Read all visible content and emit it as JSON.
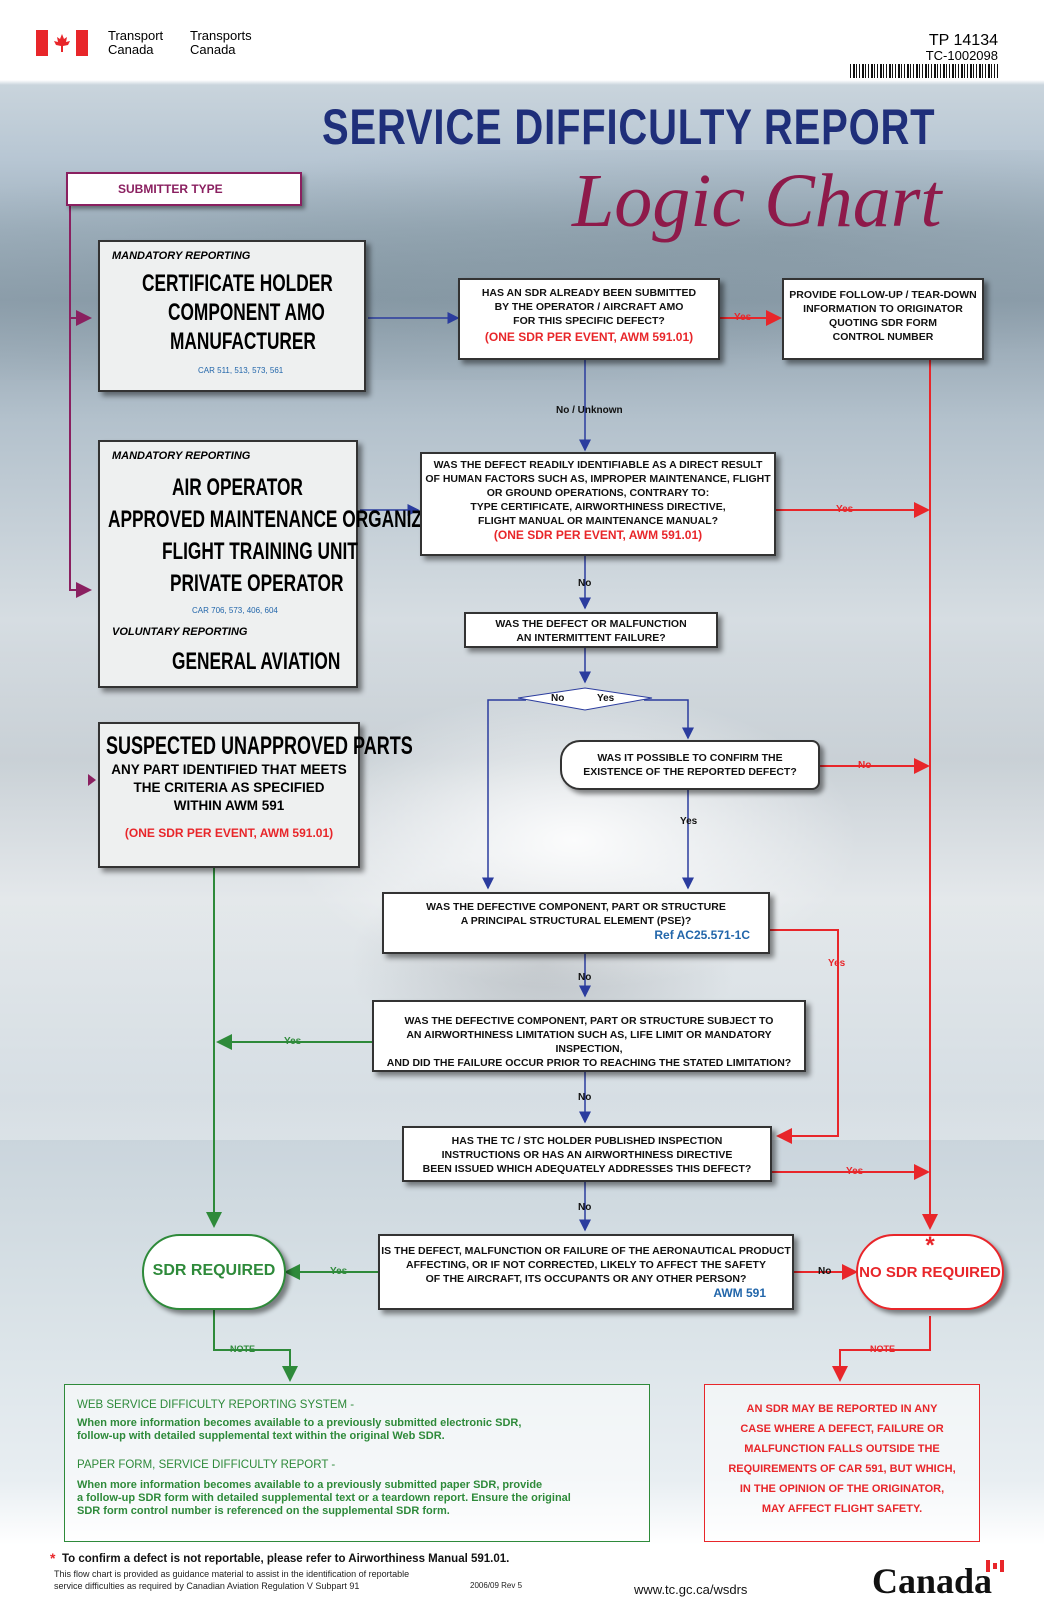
{
  "header": {
    "dept_en_1": "Transport",
    "dept_en_2": "Canada",
    "dept_fr_1": "Transports",
    "dept_fr_2": "Canada",
    "doc_no": "TP 14134",
    "ctrl_no": "TC-1002098"
  },
  "title": {
    "main": "SERVICE DIFFICULTY REPORT",
    "sub": "Logic Chart"
  },
  "submitter": {
    "label": "SUBMITTER TYPE",
    "box1": {
      "heading": "MANDATORY REPORTING",
      "lines": [
        "CERTIFICATE HOLDER",
        "COMPONENT AMO",
        "MANUFACTURER"
      ],
      "ref": "CAR 511, 513, 573, 561"
    },
    "box2": {
      "heading": "MANDATORY REPORTING",
      "lines": [
        "AIR OPERATOR",
        "APPROVED MAINTENANCE ORGANIZATION",
        "FLIGHT TRAINING UNIT",
        "PRIVATE OPERATOR"
      ],
      "ref": "CAR 706, 573, 406, 604",
      "heading2": "VOLUNTARY REPORTING",
      "line5": "GENERAL AVIATION"
    },
    "box3": {
      "title": "SUSPECTED UNAPPROVED PARTS",
      "lines": [
        "ANY PART IDENTIFIED THAT MEETS",
        "THE CRITERIA AS SPECIFIED",
        "WITHIN AWM 591"
      ],
      "ref": "(ONE SDR PER EVENT, AWM 591.01)"
    }
  },
  "questions": {
    "q1": {
      "lines": [
        "HAS AN SDR ALREADY BEEN SUBMITTED",
        "BY THE OPERATOR / AIRCRAFT AMO",
        "FOR THIS SPECIFIC DEFECT?"
      ],
      "ref": "(ONE SDR PER EVENT, AWM 591.01)"
    },
    "followup": {
      "lines": [
        "PROVIDE FOLLOW-UP / TEAR-DOWN",
        "INFORMATION TO ORIGINATOR",
        "QUOTING SDR FORM",
        "CONTROL NUMBER"
      ]
    },
    "q2": {
      "lines": [
        "WAS THE DEFECT READILY IDENTIFIABLE AS A DIRECT RESULT",
        "OF HUMAN FACTORS SUCH AS, IMPROPER MAINTENANCE, FLIGHT",
        "OR GROUND OPERATIONS, CONTRARY TO:",
        "TYPE CERTIFICATE, AIRWORTHINESS DIRECTIVE,",
        "FLIGHT MANUAL OR MAINTENANCE MANUAL?"
      ],
      "ref": "(ONE SDR PER EVENT, AWM 591.01)"
    },
    "q3": {
      "lines": [
        "WAS THE DEFECT OR MALFUNCTION",
        "AN INTERMITTENT FAILURE?"
      ]
    },
    "q4": {
      "lines": [
        "WAS IT POSSIBLE TO CONFIRM THE",
        "EXISTENCE OF THE REPORTED DEFECT?"
      ]
    },
    "q5": {
      "lines": [
        "WAS THE DEFECTIVE COMPONENT, PART OR STRUCTURE",
        "A PRINCIPAL STRUCTURAL ELEMENT (PSE)?"
      ],
      "ref": "Ref AC25.571-1C"
    },
    "q6": {
      "lines": [
        "WAS THE DEFECTIVE COMPONENT, PART OR STRUCTURE SUBJECT TO",
        "AN AIRWORTHINESS LIMITATION SUCH AS, LIFE LIMIT OR MANDATORY INSPECTION,",
        "AND DID THE FAILURE OCCUR PRIOR TO REACHING THE STATED LIMITATION?"
      ]
    },
    "q7": {
      "lines": [
        "HAS THE TC / STC HOLDER PUBLISHED INSPECTION",
        "INSTRUCTIONS OR HAS AN AIRWORTHINESS DIRECTIVE",
        "BEEN ISSUED WHICH ADEQUATELY ADDRESSES THIS DEFECT?"
      ]
    },
    "q8": {
      "lines": [
        "IS THE DEFECT, MALFUNCTION OR FAILURE OF THE AERONAUTICAL PRODUCT",
        "AFFECTING, OR IF NOT CORRECTED, LIKELY TO AFFECT THE SAFETY",
        "OF THE AIRCRAFT, ITS OCCUPANTS OR ANY OTHER PERSON?"
      ],
      "ref": "AWM 591"
    }
  },
  "labels": {
    "yes": "Yes",
    "no": "No",
    "no_unknown": "No / Unknown",
    "note": "NOTE",
    "asterisk": "*"
  },
  "outcomes": {
    "sdr_required": "SDR REQUIRED",
    "no_sdr_required": "NO SDR REQUIRED"
  },
  "notes": {
    "web_title": "WEB SERVICE DIFFICULTY REPORTING SYSTEM -",
    "web_text1": "When more information becomes available to a previously submitted electronic SDR,",
    "web_text2": "follow-up with detailed supplemental text within the original Web SDR.",
    "paper_title": "PAPER FORM, SERVICE DIFFICULTY REPORT -",
    "paper_text1": "When more information becomes available to a previously submitted paper SDR, provide",
    "paper_text2": "a follow-up SDR form with detailed supplemental text or a teardown report.  Ensure the original",
    "paper_text3": "SDR form control number is referenced on the supplemental SDR form.",
    "right_lines": [
      "AN SDR MAY BE REPORTED IN ANY",
      "CASE WHERE A DEFECT, FAILURE OR",
      "MALFUNCTION FALLS OUTSIDE THE",
      "REQUIREMENTS OF CAR 591, BUT WHICH,",
      "IN THE OPINION OF THE ORIGINATOR,",
      "MAY AFFECT FLIGHT SAFETY."
    ]
  },
  "footer": {
    "star": "*",
    "confirm": "To confirm a defect is not reportable, please refer to Airworthiness Manual 591.01.",
    "guide1": "This flow chart is provided as guidance material to assist in the identification of reportable",
    "guide2": "service difficulties as required by Canadian Aviation Regulation V Subpart 91",
    "rev": "2006/09 Rev 5",
    "url": "www.tc.gc.ca/wsdrs",
    "wordmark": "Canada"
  },
  "colors": {
    "red": "#e8262a",
    "green": "#2e8a3a",
    "blue": "#2b3c9e",
    "purple": "#8a2060",
    "title_blue": "#1f2f7a",
    "maroon": "#8e1a4a"
  }
}
